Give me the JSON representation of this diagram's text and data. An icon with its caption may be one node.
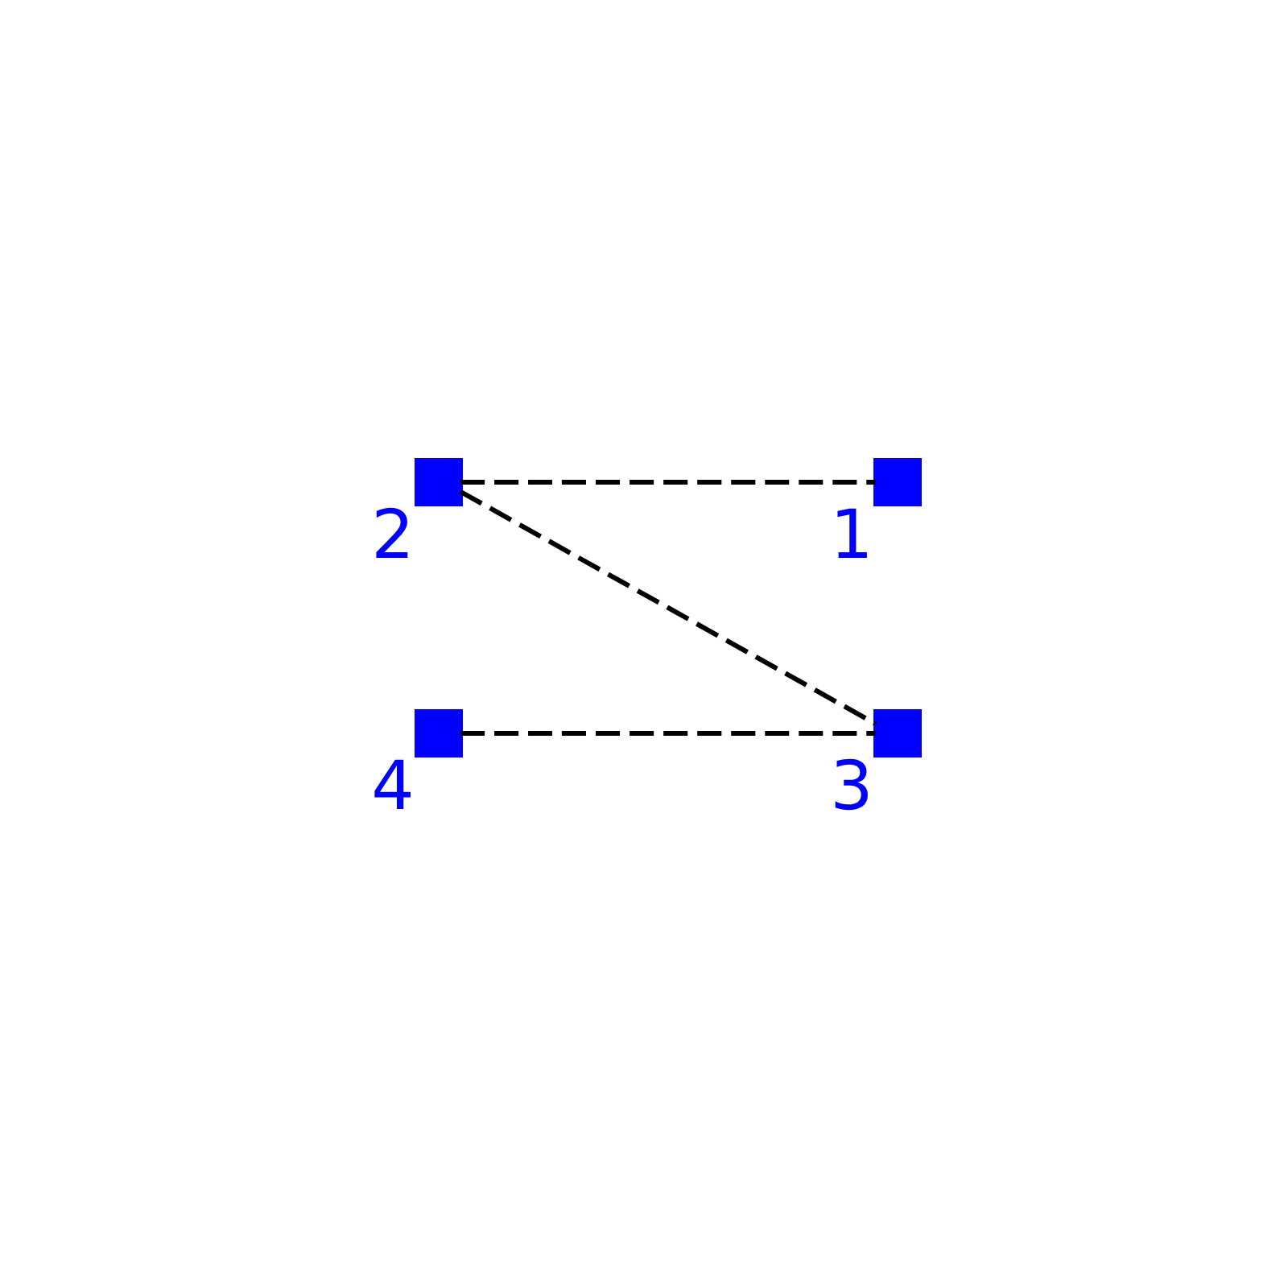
{
  "diagram": {
    "nodes": [
      {
        "text": [],
        "shape": "box",
        "beside": [
          "1"
        ]
      },
      {
        "text": [],
        "shape": "box",
        "beside": [
          "2"
        ]
      },
      {
        "text": [],
        "shape": "box",
        "beside": [
          "3"
        ]
      },
      {
        "text": [],
        "shape": "box",
        "beside": [
          "4"
        ]
      }
    ],
    "edges": [
      {
        "from": 1,
        "to": 0,
        "arrow": "none",
        "style": "dashed"
      },
      {
        "from": 1,
        "to": 2,
        "arrow": "none",
        "style": "dashed"
      },
      {
        "from": 3,
        "to": 2,
        "arrow": "none",
        "style": "dashed"
      }
    ]
  }
}
